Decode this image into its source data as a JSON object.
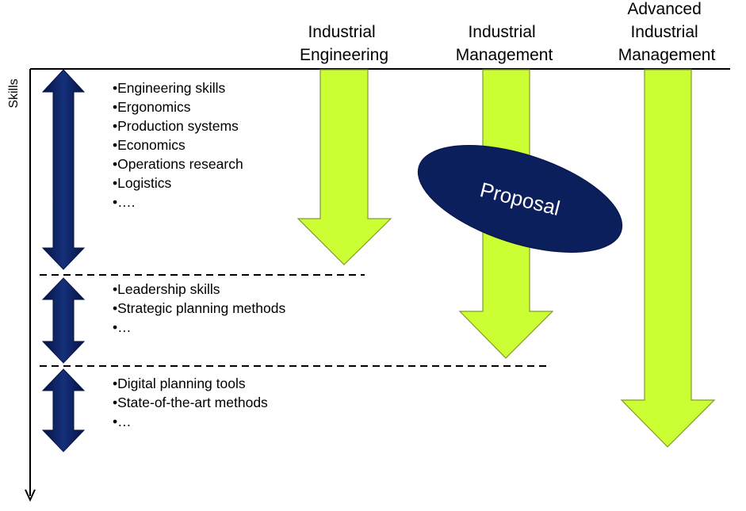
{
  "axis": {
    "label": "Skills"
  },
  "columns": [
    {
      "title_lines": [
        "Industrial",
        "Engineering"
      ]
    },
    {
      "title_lines": [
        "Industrial",
        "Management"
      ]
    },
    {
      "title_lines": [
        "Advanced",
        "Industrial",
        "Management"
      ]
    }
  ],
  "skill_groups": [
    {
      "items": [
        "•Engineering skills",
        "•Ergonomics",
        "•Production systems",
        "•Economics",
        "•Operations research",
        "•Logistics",
        "•…."
      ]
    },
    {
      "items": [
        "•Leadership skills",
        "•Strategic planning methods",
        "•…"
      ]
    },
    {
      "items": [
        "•Digital planning tools",
        "•State-of-the-art methods",
        "•…"
      ]
    }
  ],
  "proposal": {
    "label": "Proposal"
  },
  "colors": {
    "arrow_fill": "#ccff33",
    "arrow_stroke": "#7f9a33",
    "navy": "#0b1f5c",
    "line": "#000000"
  }
}
